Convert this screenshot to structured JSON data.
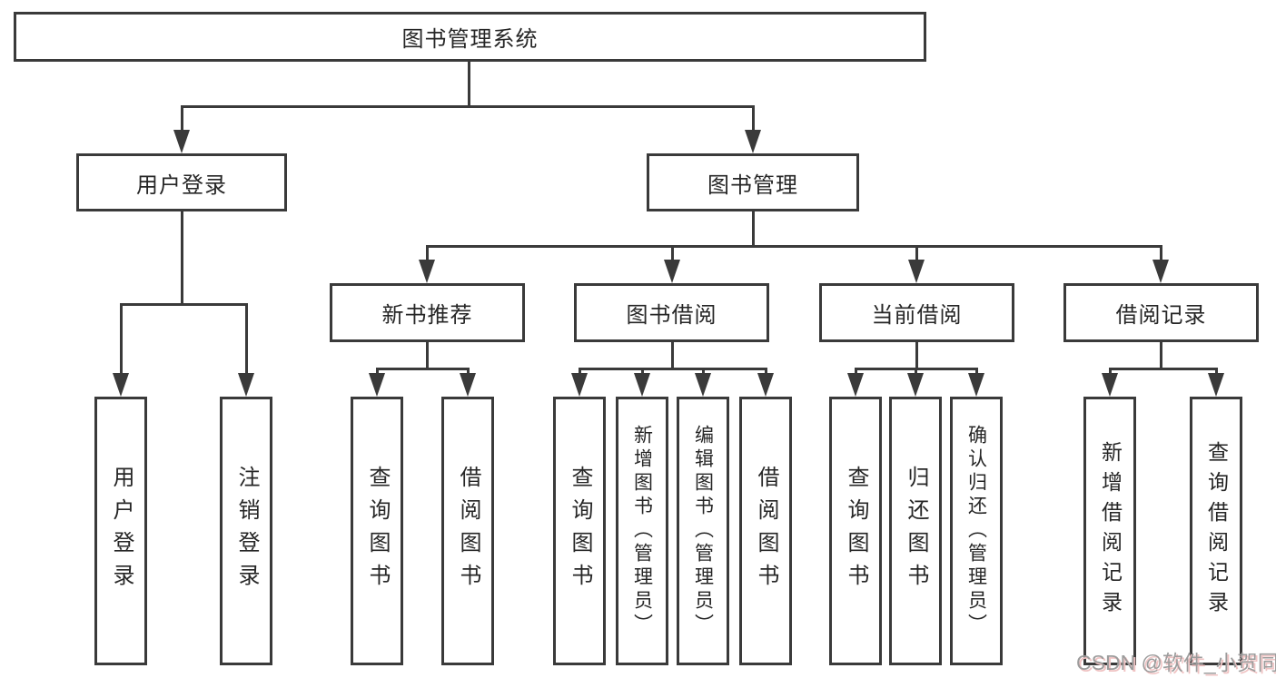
{
  "diagram": {
    "root": {
      "label": "图书管理系统"
    },
    "level2": [
      {
        "label": "用户登录"
      },
      {
        "label": "图书管理"
      }
    ],
    "level3": [
      {
        "label": "新书推荐"
      },
      {
        "label": "图书借阅"
      },
      {
        "label": "当前借阅"
      },
      {
        "label": "借阅记录"
      }
    ],
    "leaves": [
      {
        "label": "用户登录"
      },
      {
        "label": "注销登录"
      },
      {
        "label": "查询图书"
      },
      {
        "label": "借阅图书"
      },
      {
        "label": "查询图书"
      },
      {
        "label": "新增图书（管理员）"
      },
      {
        "label": "编辑图书（管理员）"
      },
      {
        "label": "借阅图书"
      },
      {
        "label": "查询图书"
      },
      {
        "label": "归还图书"
      },
      {
        "label": "确认归还（管理员）"
      },
      {
        "label": "新增借阅记录"
      },
      {
        "label": "查询借阅记录"
      }
    ]
  },
  "watermark": {
    "text": "CSDN @软件_小贺同学"
  },
  "colors": {
    "line": "#3a3a3a",
    "text": "#262626",
    "background": "#ffffff",
    "watermark_gray": "#9c9c9c",
    "watermark_shadow": "#f0c3c3"
  }
}
